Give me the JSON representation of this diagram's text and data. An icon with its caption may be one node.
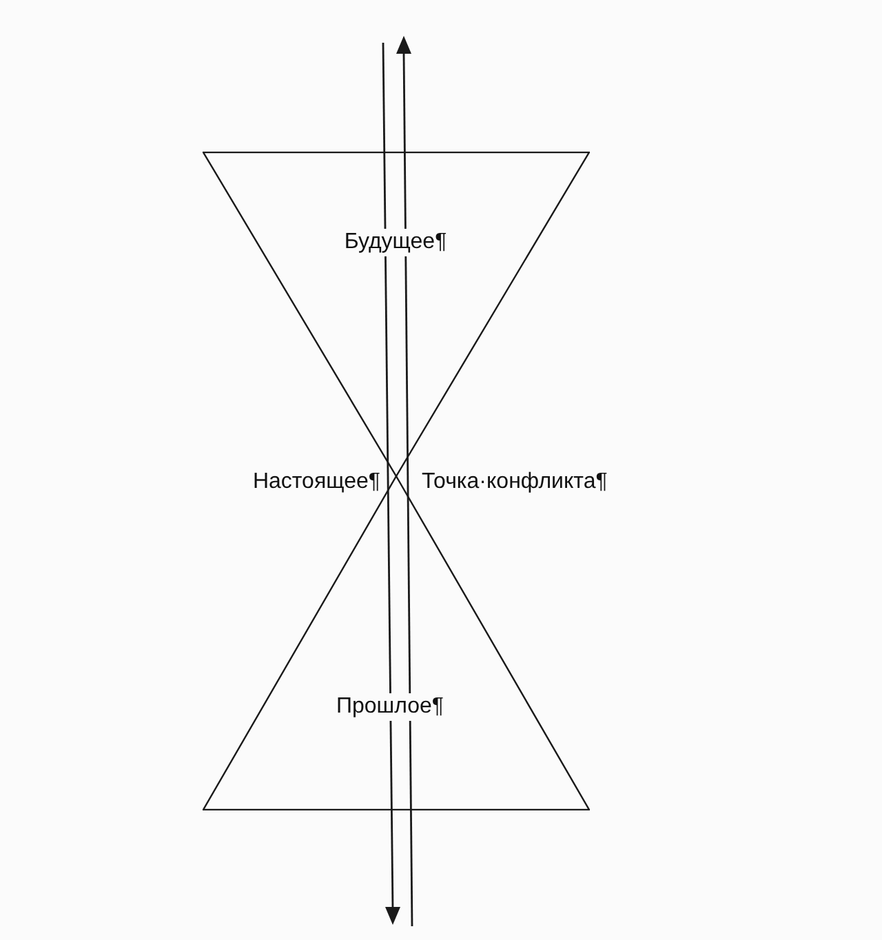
{
  "diagram": {
    "nodes": [
      {
        "text": [
          "Будущее¶"
        ]
      },
      {
        "text": [
          "Прошлое¶"
        ]
      }
    ],
    "labels": [
      "Настоящее¶",
      "Точка·конфликта¶"
    ]
  }
}
